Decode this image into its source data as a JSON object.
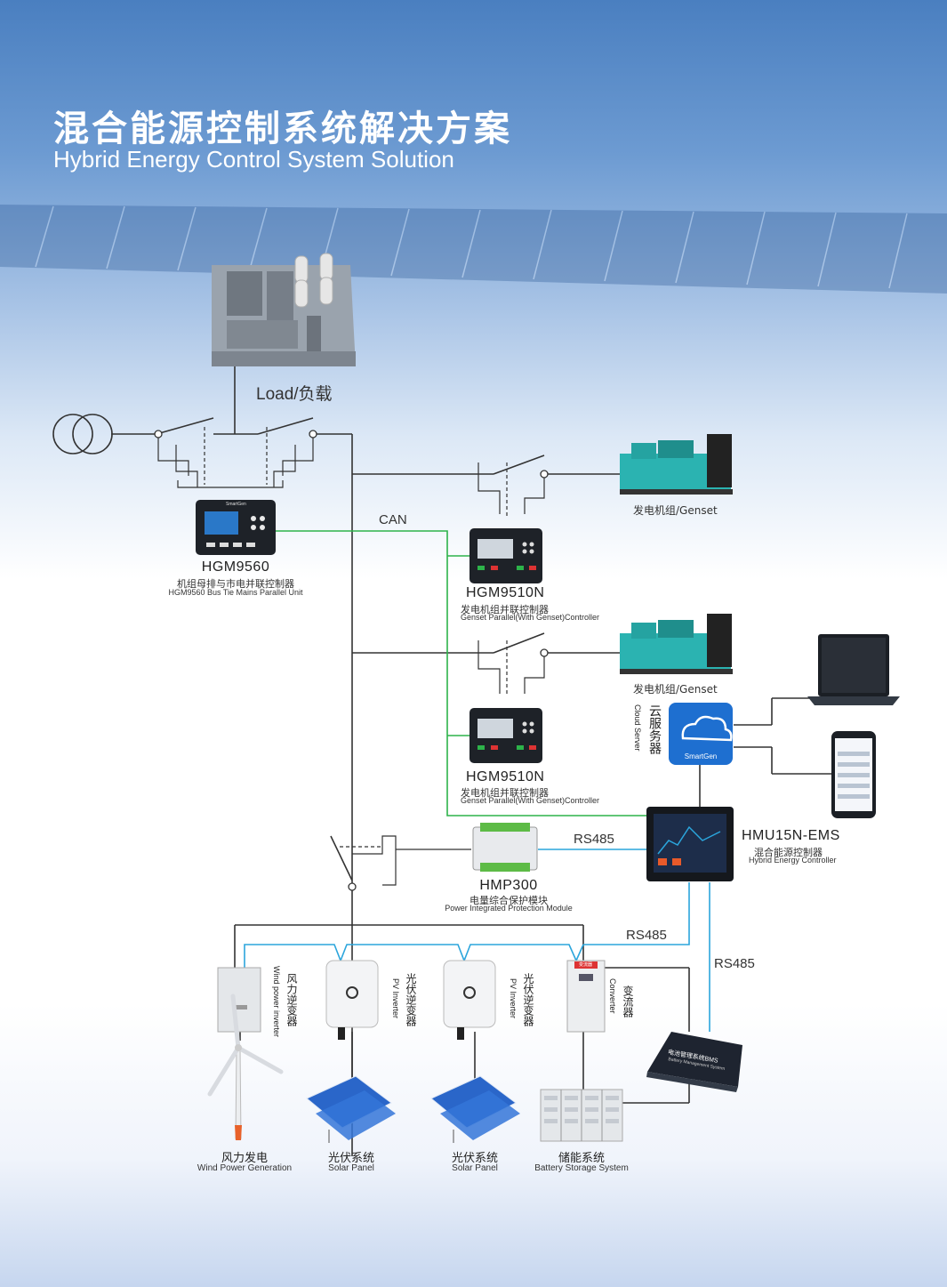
{
  "header": {
    "title_cn": "混合能源控制系统解决方案",
    "title_en": "Hybrid Energy Control System Solution"
  },
  "load": {
    "label": "Load/负载"
  },
  "bus_labels": {
    "can": "CAN",
    "rs485_hmp": "RS485",
    "rs485_inverters": "RS485",
    "rs485_bms": "RS485"
  },
  "hgm9560": {
    "model": "HGM9560",
    "name_cn": "机组母排与市电并联控制器",
    "name_en": "HGM9560 Bus Tie Mains Parallel Unit",
    "brand": "SmartGen"
  },
  "hgm9510n_1": {
    "model": "HGM9510N",
    "name_cn": "发电机组并联控制器",
    "name_en": "Genset Parallel(With Genset)Controller"
  },
  "hgm9510n_2": {
    "model": "HGM9510N",
    "name_cn": "发电机组并联控制器",
    "name_en": "Genset Parallel(With Genset)Controller"
  },
  "genset_1": {
    "label": "发电机组/Genset"
  },
  "genset_2": {
    "label": "发电机组/Genset"
  },
  "cloud": {
    "name_cn": "云服务器",
    "name_en": "Cloud Server",
    "brand": "SmartGen"
  },
  "hmu15n": {
    "model": "HMU15N-EMS",
    "name_cn": "混合能源控制器",
    "name_en": "Hybrid Energy Controller"
  },
  "hmp300": {
    "model": "HMP300",
    "name_cn": "电量综合保护模块",
    "name_en": "Power Integrated Protection Module"
  },
  "wind_inverter": {
    "name_cn": "风力逆变器",
    "name_en": "Wind power inverter"
  },
  "pv_inverter_1": {
    "name_cn": "光伏逆变器",
    "name_en": "PV Inverter"
  },
  "pv_inverter_2": {
    "name_cn": "光伏逆变器",
    "name_en": "PV Inverter"
  },
  "converter": {
    "name_cn": "变流器",
    "name_en": "Converter",
    "tag": "变流器"
  },
  "bms": {
    "label": "电池管理系统BMS",
    "sublabel": "Battery Management System"
  },
  "wind": {
    "name_cn": "风力发电",
    "name_en": "Wind Power Generation"
  },
  "solar_1": {
    "name_cn": "光伏系统",
    "name_en": "Solar Panel"
  },
  "solar_2": {
    "name_cn": "光伏系统",
    "name_en": "Solar Panel"
  },
  "battery": {
    "name_cn": "储能系统",
    "name_en": "Battery Storage System"
  },
  "colors": {
    "power_line": "#333333",
    "can_line": "#2db34a",
    "rs485_line": "#2ba5dc",
    "cloud_blue": "#1e6fd0",
    "genset_teal": "#2bb3b1"
  }
}
